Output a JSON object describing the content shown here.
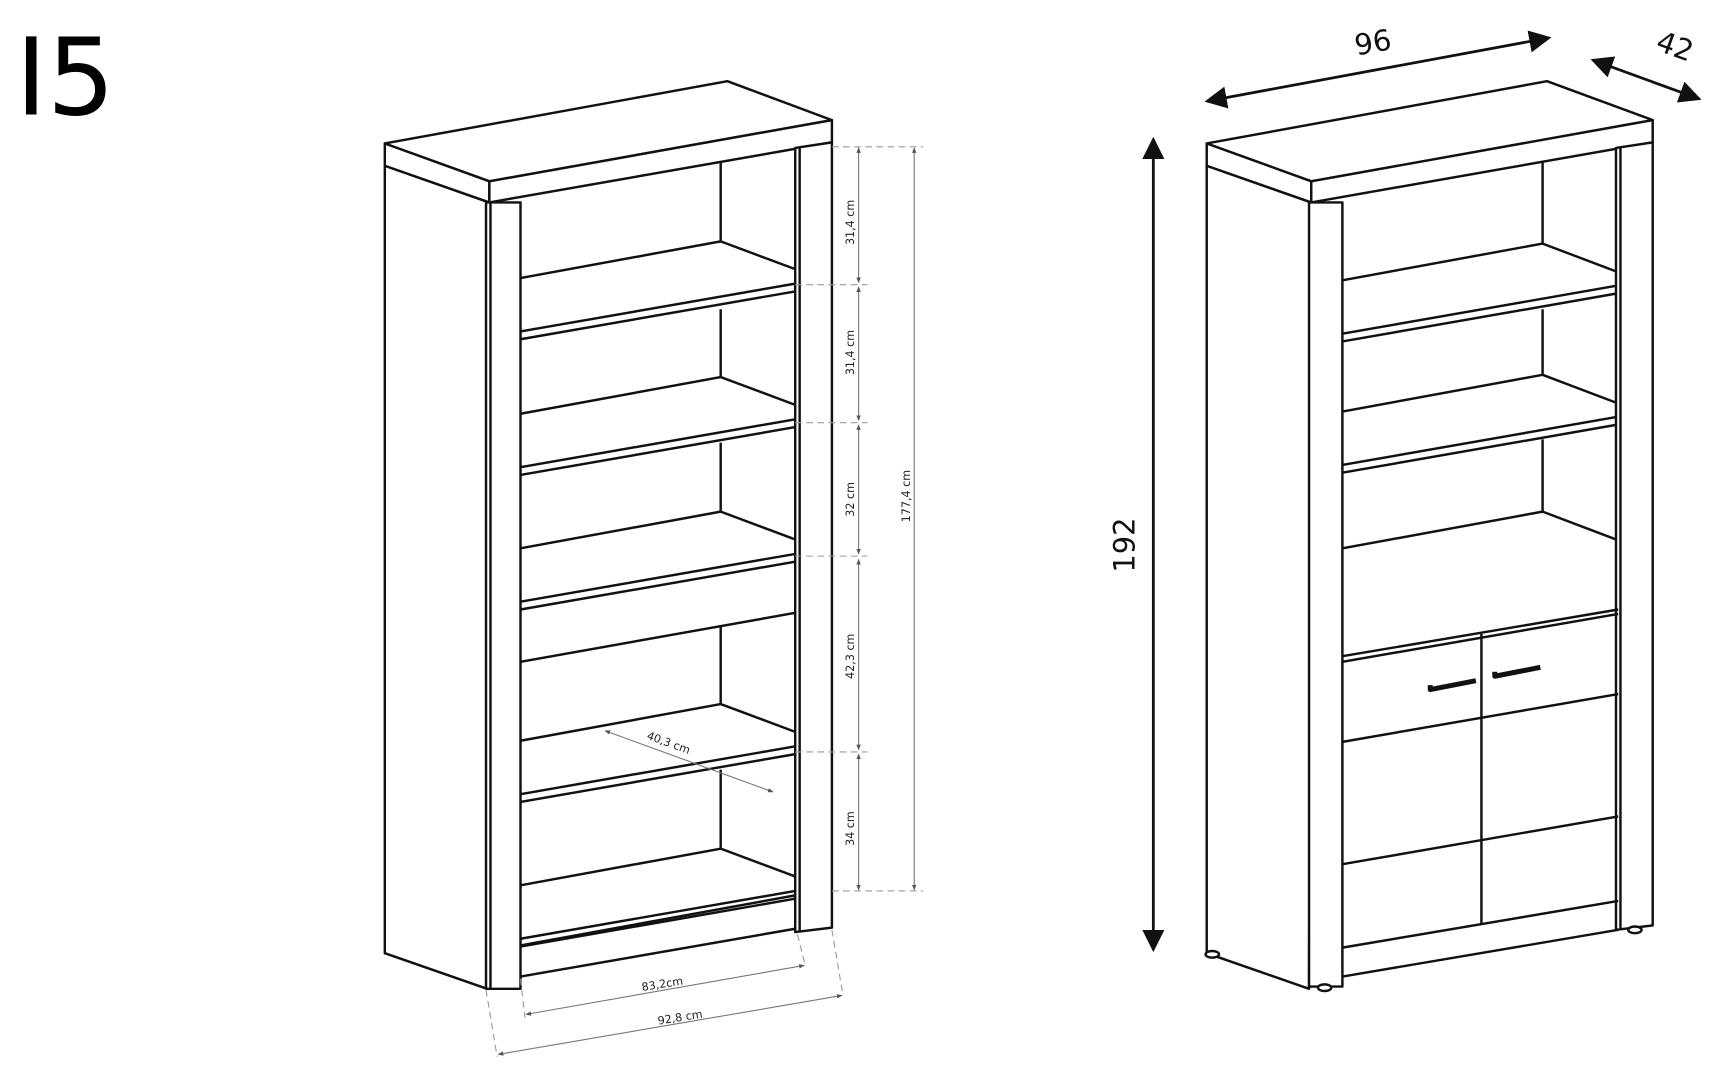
{
  "title": "I5",
  "left_drawing": {
    "shelf_heights": [
      "31,4 cm",
      "31,4 cm",
      "32 cm",
      "42,3 cm",
      "34 cm"
    ],
    "inner_height": "177,4 cm",
    "shelf_depth": "40,3 cm",
    "inner_width": "83,2cm",
    "outer_width": "92,8 cm"
  },
  "right_drawing": {
    "width": "96",
    "depth": "42",
    "height": "192"
  }
}
